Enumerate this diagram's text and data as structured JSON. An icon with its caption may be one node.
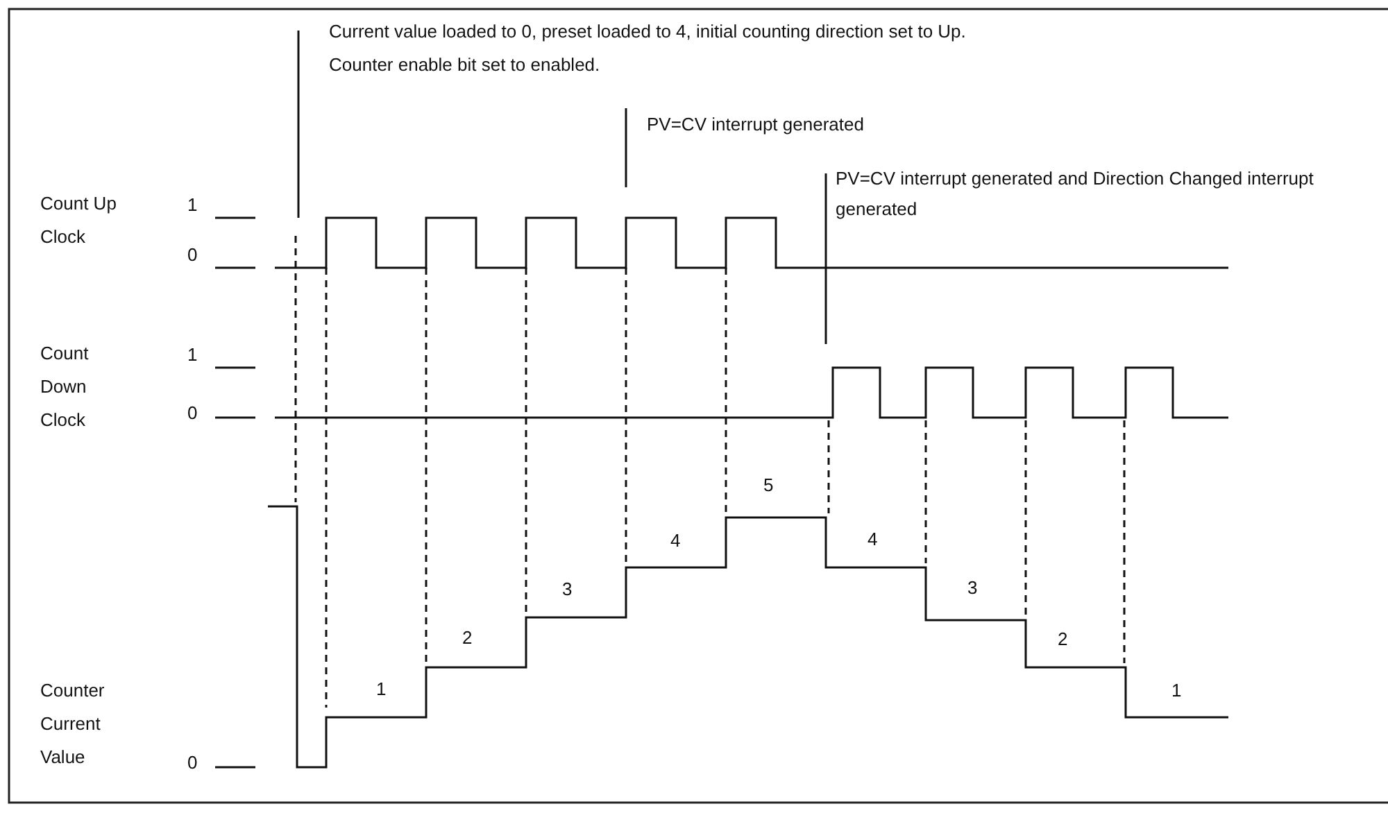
{
  "diagram": {
    "labels": [
      "Current value loaded to 0, preset loaded to 4, initial counting direction set to Up.",
      "Counter enable bit set to enabled.",
      "PV=CV interrupt generated",
      "Count Up Clock",
      "1",
      "0",
      "PV=CV interrupt generated and Direction Changed interrupt generated",
      "Count Down Clock",
      "1",
      "0",
      "5",
      "4",
      "3",
      "4",
      "2",
      "3",
      "1",
      "2",
      "1",
      "Counter Current Value",
      "0"
    ]
  }
}
